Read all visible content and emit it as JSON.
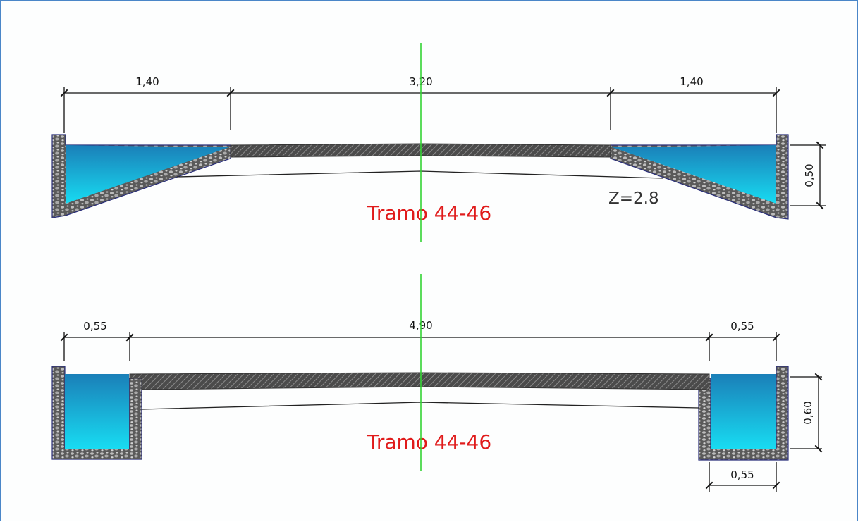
{
  "colors": {
    "title": "#e01b1b",
    "axis": "#33d433",
    "water_top": "#1a7fb8",
    "water_bottom": "#18dcf2",
    "stone": "#5f5f5f",
    "outline": "#2a2f7a"
  },
  "section_top": {
    "dims": {
      "left_width": "1,40",
      "center_width": "3,20",
      "right_width": "1,40",
      "height": "0,50"
    },
    "elevation_label": "Z=2.8",
    "title": "Tramo  44-46"
  },
  "section_bottom": {
    "dims": {
      "left_width": "0,55",
      "center_width": "4,90",
      "right_width": "0,55",
      "height": "0,60",
      "channel_bottom_width": "0,55"
    },
    "title": "Tramo  44-46"
  }
}
